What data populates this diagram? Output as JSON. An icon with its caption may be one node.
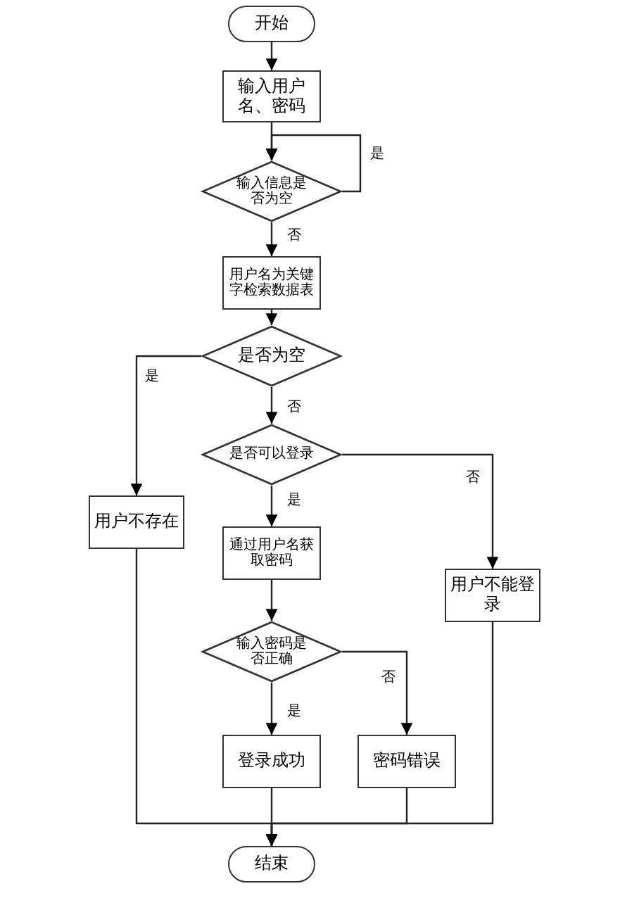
{
  "diagram": {
    "nodes": [
      {
        "text": [
          "开始"
        ]
      },
      {
        "text": [
          "输入用户名、密码"
        ]
      },
      {
        "text": [
          "输入信息是否为空"
        ]
      },
      {
        "text": [
          "用户名为关键字检索数据表"
        ]
      },
      {
        "text": [
          "是否为空"
        ]
      },
      {
        "text": [
          "是否可以登录"
        ]
      },
      {
        "text": [
          "用户不存在"
        ]
      },
      {
        "text": [
          "通过用户名获取密码"
        ]
      },
      {
        "text": [
          "用户不能登录"
        ]
      },
      {
        "text": [
          "输入密码是否正确"
        ]
      },
      {
        "text": [
          "登录成功"
        ]
      },
      {
        "text": [
          "密码错误"
        ]
      },
      {
        "text": [
          "结束"
        ]
      }
    ],
    "edges": [
      {
        "from": 0,
        "to": 1,
        "arrow": "to"
      },
      {
        "from": 1,
        "to": 2,
        "arrow": "to"
      },
      {
        "from": 2,
        "to": 2,
        "arrow": "to",
        "label": "是"
      },
      {
        "from": 2,
        "to": 3,
        "arrow": "to",
        "label": "否"
      },
      {
        "from": 3,
        "to": 4,
        "arrow": "to"
      },
      {
        "from": 4,
        "to": 6,
        "arrow": "to",
        "label": "是"
      },
      {
        "from": 4,
        "to": 5,
        "arrow": "to",
        "label": "否"
      },
      {
        "from": 5,
        "to": 7,
        "arrow": "to",
        "label": "是"
      },
      {
        "from": 5,
        "to": 8,
        "arrow": "to",
        "label": "否"
      },
      {
        "from": 7,
        "to": 9,
        "arrow": "to"
      },
      {
        "from": 9,
        "to": 10,
        "arrow": "to",
        "label": "是"
      },
      {
        "from": 9,
        "to": 11,
        "arrow": "to",
        "label": "否"
      },
      {
        "from": 10,
        "to": 12,
        "arrow": "to"
      },
      {
        "from": 6,
        "to": 12,
        "arrow": "to"
      },
      {
        "from": 11,
        "to": 12,
        "arrow": "to"
      },
      {
        "from": 8,
        "to": 12,
        "arrow": "to"
      }
    ]
  }
}
